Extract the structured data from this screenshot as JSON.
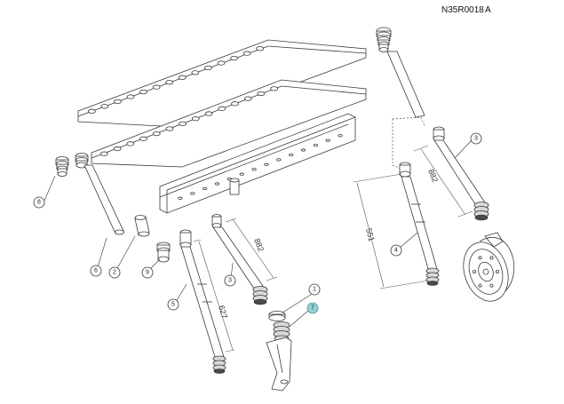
{
  "header": {
    "code": "N35R0018",
    "revision": "A"
  },
  "callouts": [
    {
      "id": "c1",
      "label": "1",
      "highlight": false
    },
    {
      "id": "c2",
      "label": "2",
      "highlight": false
    },
    {
      "id": "c3a",
      "label": "3",
      "highlight": false
    },
    {
      "id": "c3b",
      "label": "3",
      "highlight": false
    },
    {
      "id": "c4",
      "label": "4",
      "highlight": false
    },
    {
      "id": "c5",
      "label": "5",
      "highlight": false
    },
    {
      "id": "c6",
      "label": "6",
      "highlight": false
    },
    {
      "id": "c7",
      "label": "7",
      "highlight": true
    },
    {
      "id": "c8",
      "label": "8",
      "highlight": false
    },
    {
      "id": "c9",
      "label": "9",
      "highlight": false
    }
  ],
  "dimensions": {
    "d627": "627",
    "d882a": "882",
    "d882b": "882",
    "d551": "551"
  }
}
